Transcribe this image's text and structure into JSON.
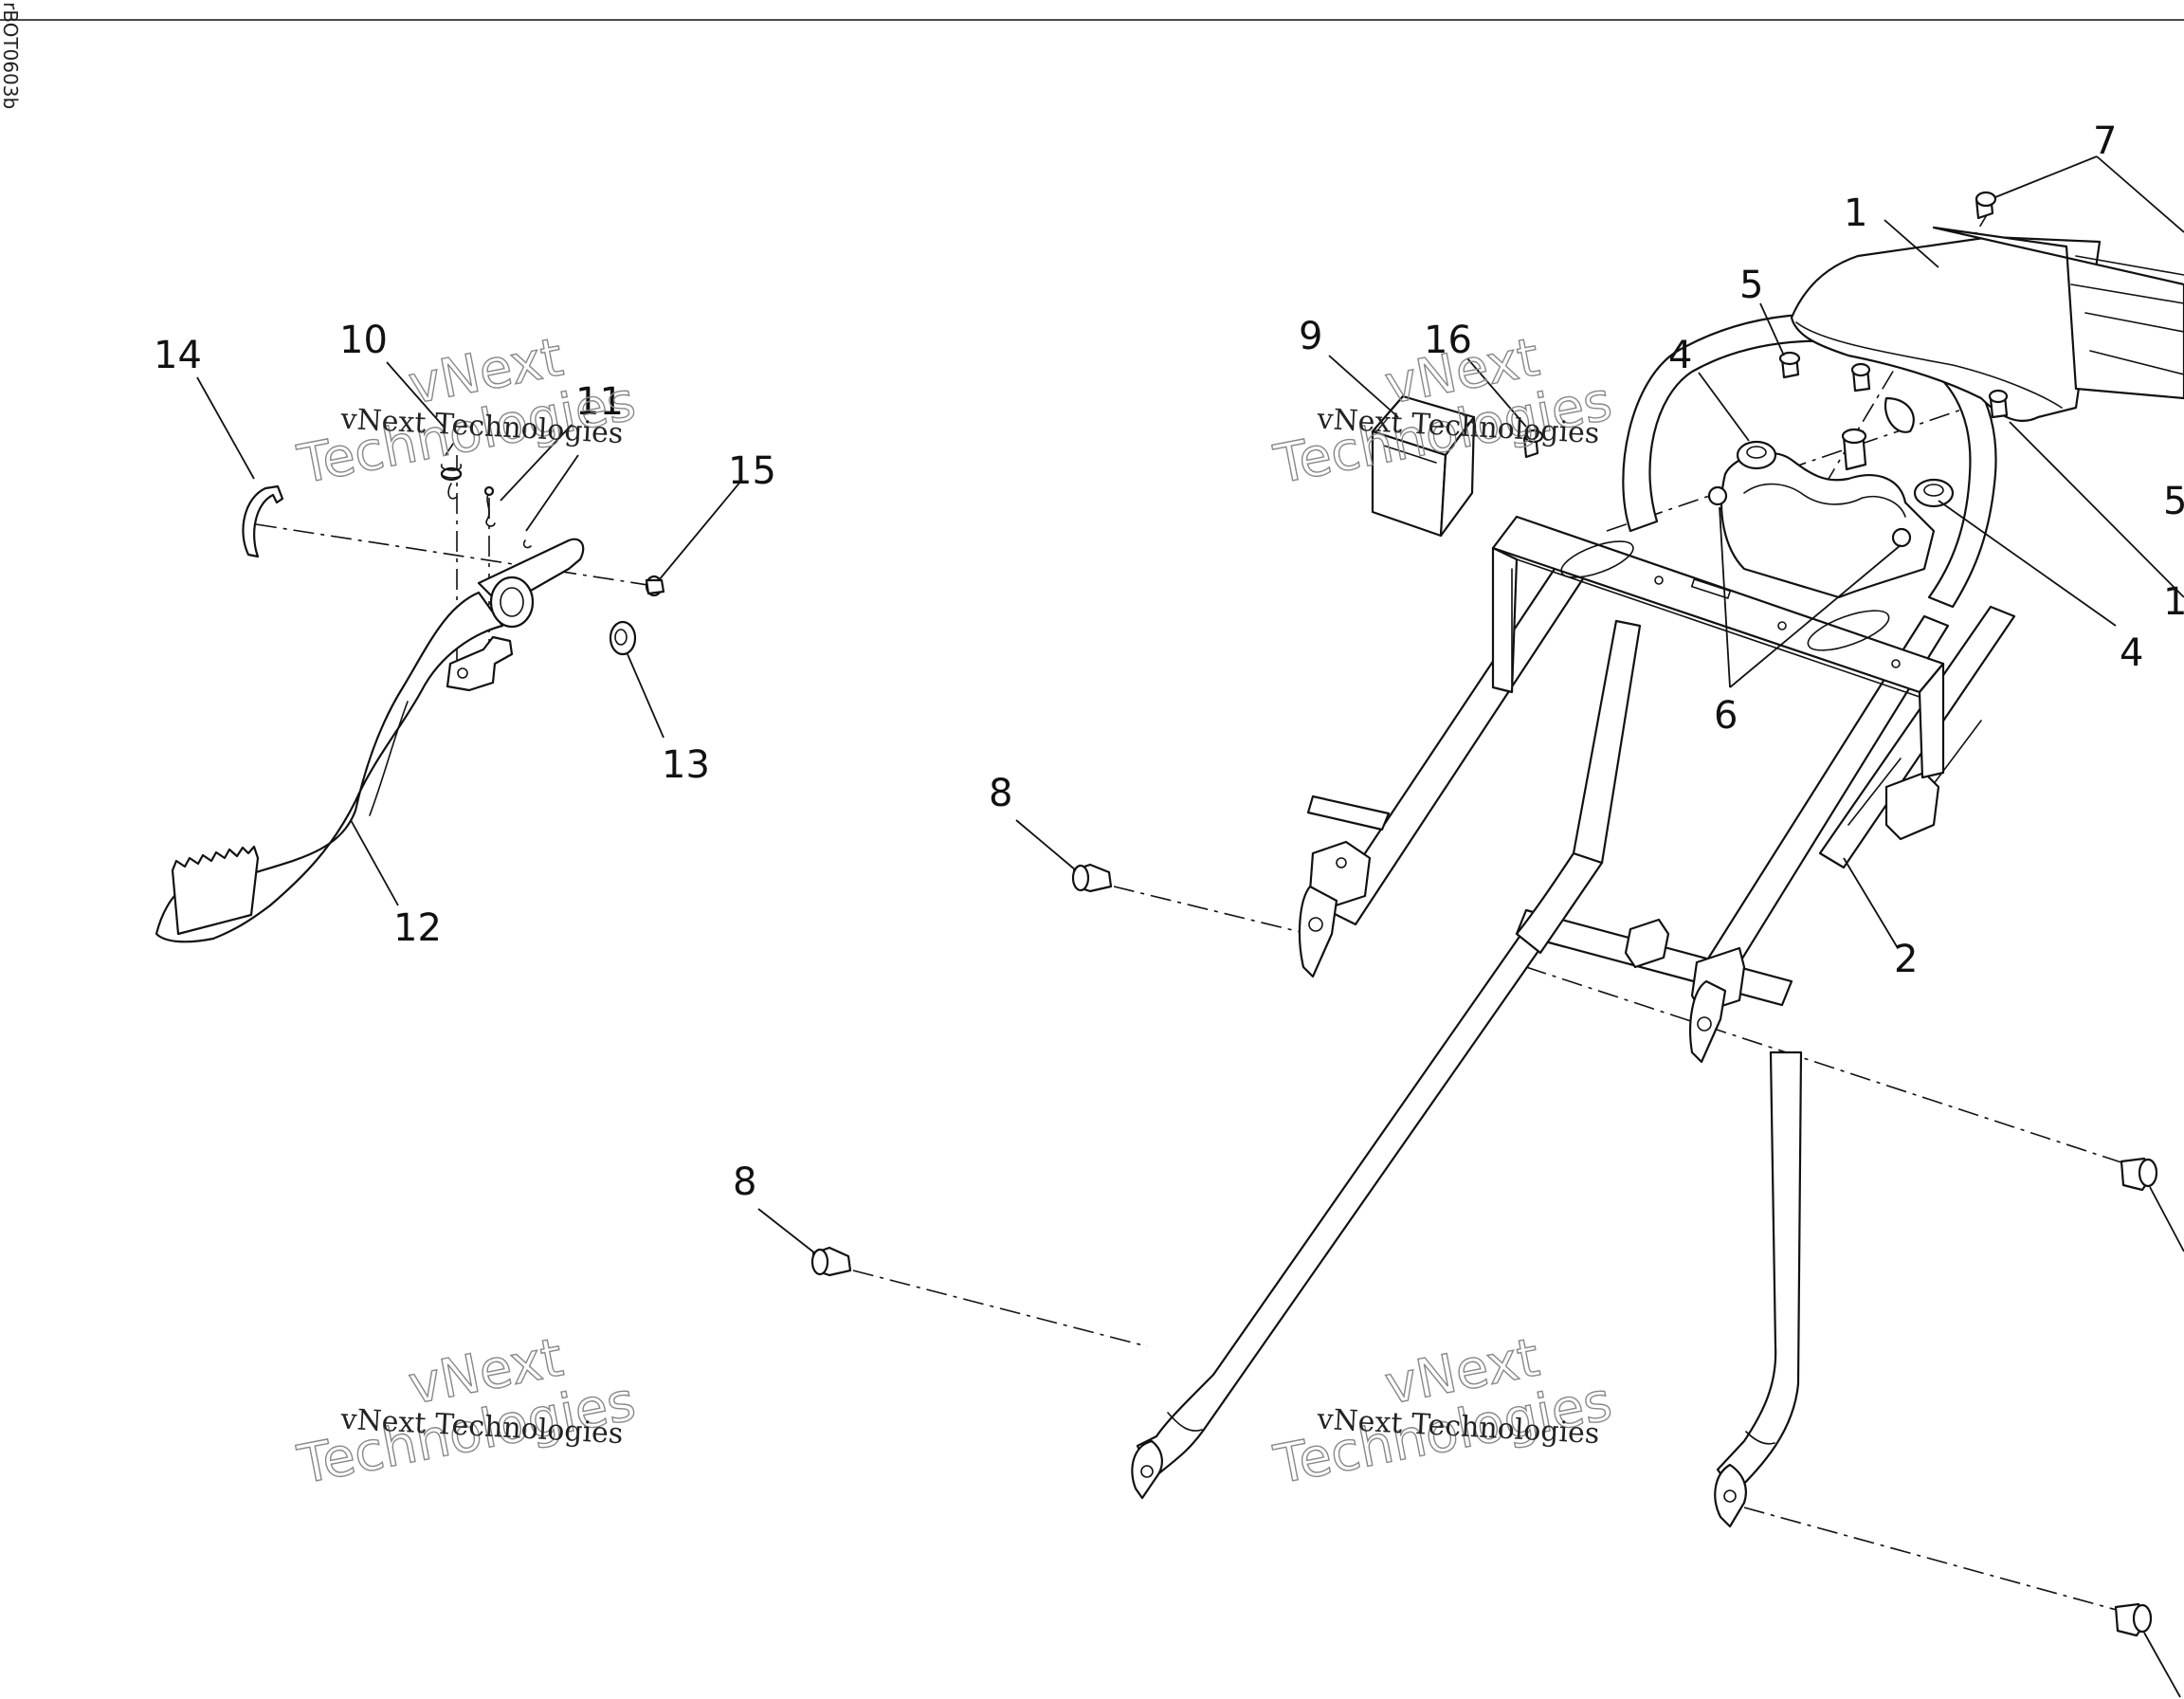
{
  "drawing_code": "rBOT0603b",
  "callouts": {
    "c1": "1",
    "c2": "2",
    "c4a": "4",
    "c4b": "4",
    "c5": "5",
    "c6": "6",
    "c7": "7",
    "c8a": "8",
    "c8b": "8",
    "c9": "9",
    "c10": "10",
    "c11": "11",
    "c12": "12",
    "c13": "13",
    "c14": "14",
    "c15": "15",
    "c16": "16",
    "c5edge": "5",
    "c1edge": "1"
  },
  "watermark": {
    "brand": "vNext Technologies",
    "outline_top": "vNext",
    "outline_bottom": "Technologies"
  }
}
